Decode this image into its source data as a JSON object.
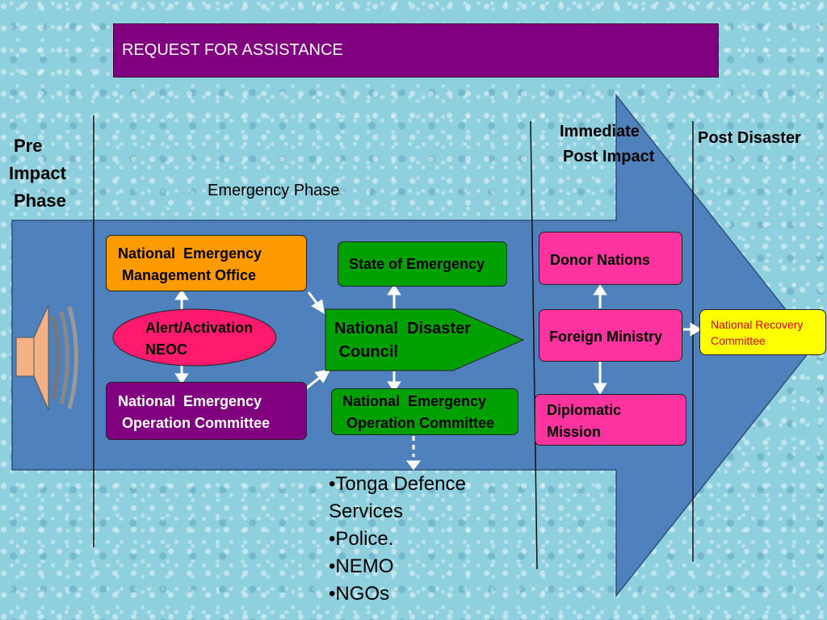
{
  "banner": {
    "title": "REQUEST FOR ASSISTANCE"
  },
  "phases": {
    "pre_impact": [
      "Pre",
      "Impact",
      "Phase"
    ],
    "emergency": "Emergency Phase",
    "immediate_post_impact": [
      "Immediate",
      "Post Impact"
    ],
    "post_disaster": "Post Disaster"
  },
  "boxes": {
    "nemo": "National  Emergency\n Management Office",
    "alert": "Alert/Activation\nNEOC",
    "neoc_left": "National  Emergency\n Operation Committee",
    "state_of_emergency": "State of Emergency",
    "ndc": "National  Disaster\n Council",
    "neoc_center": "National  Emergency\n Operation Committee",
    "donor_nations": "Donor Nations",
    "foreign_ministry": "Foreign Ministry",
    "diplomatic_mission": "Diplomatic\nMission",
    "recovery_committee": "National Recovery\nCommittee"
  },
  "agencies": [
    "•Tonga Defence",
    "Services",
    "•Police.",
    "•NEMO",
    "•NGOs"
  ],
  "colors": {
    "banner": "#800080",
    "arrow": "#4f81bd",
    "orange": "#ff9a00",
    "green": "#00a000",
    "purple": "#800080",
    "pink": "#ff33a0",
    "yellow": "#ffff00",
    "recovery_text": "#e0001b"
  }
}
